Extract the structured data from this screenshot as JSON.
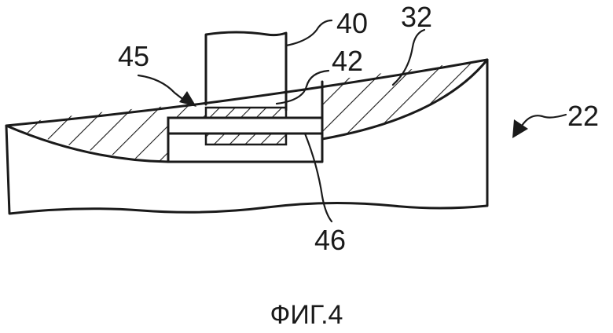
{
  "figure": {
    "caption": "ФИГ.4",
    "labels": {
      "l40": "40",
      "l32": "32",
      "l45": "45",
      "l42": "42",
      "l22": "22",
      "l46": "46"
    }
  },
  "colors": {
    "ink": "#1a1a1a",
    "background": "#ffffff"
  }
}
